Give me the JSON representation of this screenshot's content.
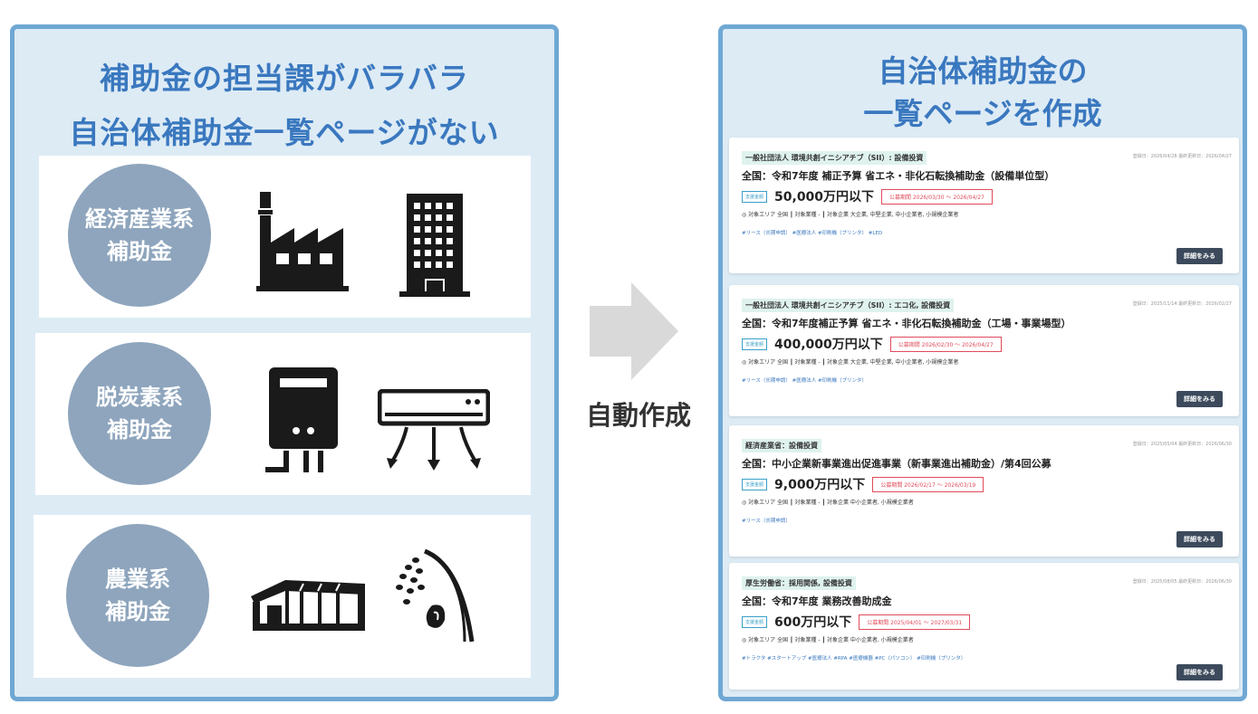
{
  "left": {
    "title_line1": "補助金の担当課がバラバラ",
    "title_line2": "自治体補助金一覧ページがない",
    "categories": [
      {
        "line1": "経済産業系",
        "line2": "補助金",
        "icons": [
          "factory-icon",
          "building-icon"
        ]
      },
      {
        "line1": "脱炭素系",
        "line2": "補助金",
        "icons": [
          "water-heater-icon",
          "air-conditioner-icon"
        ]
      },
      {
        "line1": "農業系",
        "line2": "補助金",
        "icons": [
          "greenhouse-icon",
          "rice-icon"
        ]
      }
    ]
  },
  "arrow": {
    "label": "自動作成"
  },
  "right": {
    "title_line1": "自治体補助金の",
    "title_line2": "一覧ページを作成",
    "cards": [
      {
        "org": "一般社団法人 環境共創イニシアチブ（SII）: 設備投資",
        "meta": "登録日：2026/04/28  最終更新日：2026/04/27",
        "title": "全国：令和7年度 補正予算 省エネ・非化石転換補助金（設備単位型）",
        "badge": "支援金額",
        "amount": "50,000万円以下",
        "period": "公募期間  2026/03/30 ～ 2026/04/27",
        "area": "◎ 対象エリア  全国  ┃ 対象業種  -  ┃ 対象企業  大企業, 中堅企業, 中小企業者, 小規模企業者",
        "tags": "#リース（长期申請）  #医療法人  #印刷機（プリンタ）  #LED",
        "button": "詳細をみる"
      },
      {
        "org": "一般社団法人 環境共創イニシアチブ（SII）: エコ化, 設備投資",
        "meta": "登録日：2025/11/14  最終更新日：2026/02/27",
        "title": "全国：令和7年度補正予算 省エネ・非化石転換補助金（工場・事業場型）",
        "badge": "支援金額",
        "amount": "400,000万円以下",
        "period": "公募期間  2026/02/30 ～ 2026/04/27",
        "area": "◎ 対象エリア  全国  ┃ 対象業種  -  ┃ 対象企業  大企業, 中堅企業, 中小企業者, 小規模企業者",
        "tags": "#リース（长期申請）  #医療法人  #印刷機（プリンタ）",
        "button": "詳細をみる"
      },
      {
        "org": "経済産業省：設備投資",
        "meta": "登録日：2025/05/04  最終更新日：2026/06/30",
        "title": "全国：中小企業新事業進出促進事業（新事業進出補助金）/第4回公募",
        "badge": "支援金額",
        "amount": "9,000万円以下",
        "period": "公募期間  2026/02/17 ～ 2026/03/19",
        "area": "◎ 対象エリア  全国  ┃ 対象業種  -  ┃ 対象企業  中小企業者, 小規模企業者",
        "tags": "#リース（长期申請）",
        "button": "詳細をみる"
      },
      {
        "org": "厚生労働省：採用関係, 設備投資",
        "meta": "登録日：2025/08/05  最終更新日：2026/06/30",
        "title": "全国：令和7年度 業務改善助成金",
        "badge": "支援金額",
        "amount": "600万円以下",
        "period": "公募期間  2025/04/01 ～ 2027/03/31",
        "area": "◎ 対象エリア  全国  ┃ 対象業種  -  ┃ 対象企業  中小企業者, 小規模企業者",
        "tags": "#トラクタ  #スタートアップ  #医療法人  #RPA  #医療機器  #PC（パソコン）  #印刷機（プリンタ）",
        "button": "詳細をみる"
      }
    ]
  }
}
